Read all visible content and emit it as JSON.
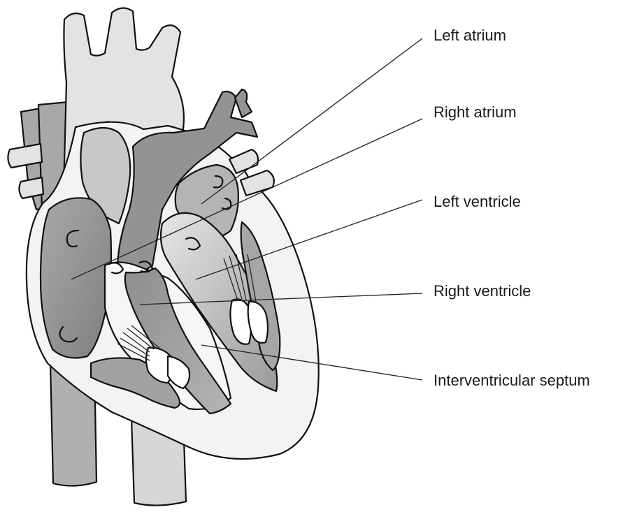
{
  "labels": {
    "left_atrium": "Left atrium",
    "right_atrium": "Right atrium",
    "left_ventricle": "Left ventricle",
    "right_ventricle": "Right ventricle",
    "interventricular_septum": "Interventricular septum"
  },
  "colors": {
    "vessel_light": "#e3e3e3",
    "vessel_mid": "#bdbdbd",
    "vessel_dark": "#a6a6a6",
    "chamber_dark": "#8f8f8f",
    "chamber_mid": "#b5b5b5",
    "wall_light": "#f2f2f2",
    "valve": "#ffffff",
    "outline": "#111111"
  }
}
